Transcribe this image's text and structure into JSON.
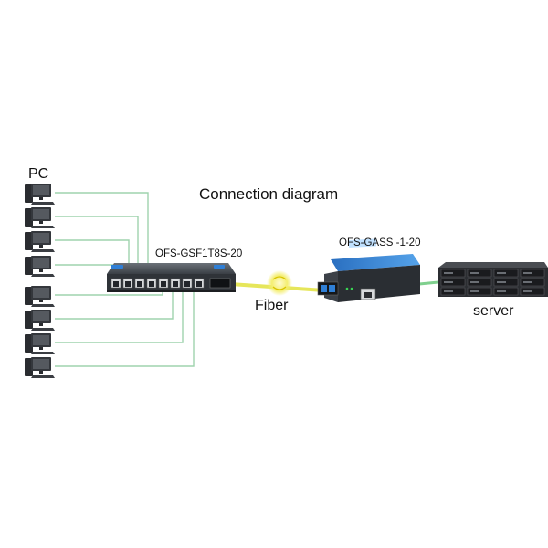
{
  "labels": {
    "pc": "PC",
    "title": "Connection diagram",
    "switch_model": "OFS-GSF1T8S-20",
    "converter_model": "OFS-GASS -1-20",
    "fiber": "Fiber",
    "server": "server"
  },
  "devices": {
    "pc_count": 8,
    "switch_rj45_ports": 8,
    "switch_fiber_ports": 1,
    "converter_rj45_ports": 1,
    "converter_fiber_ports": 1
  },
  "colors": {
    "ethernet_line": "#9fd3ae",
    "fiber_line": "#e6e65a",
    "device_body": "#3a3f45",
    "converter_accent": "#2f7fd6",
    "server_body": "#2b2d31"
  },
  "icons": {
    "pc": "desktop-computer-icon",
    "switch": "network-switch-icon",
    "converter": "media-converter-icon",
    "server": "rack-server-icon",
    "fiber": "fiber-glow-icon"
  }
}
